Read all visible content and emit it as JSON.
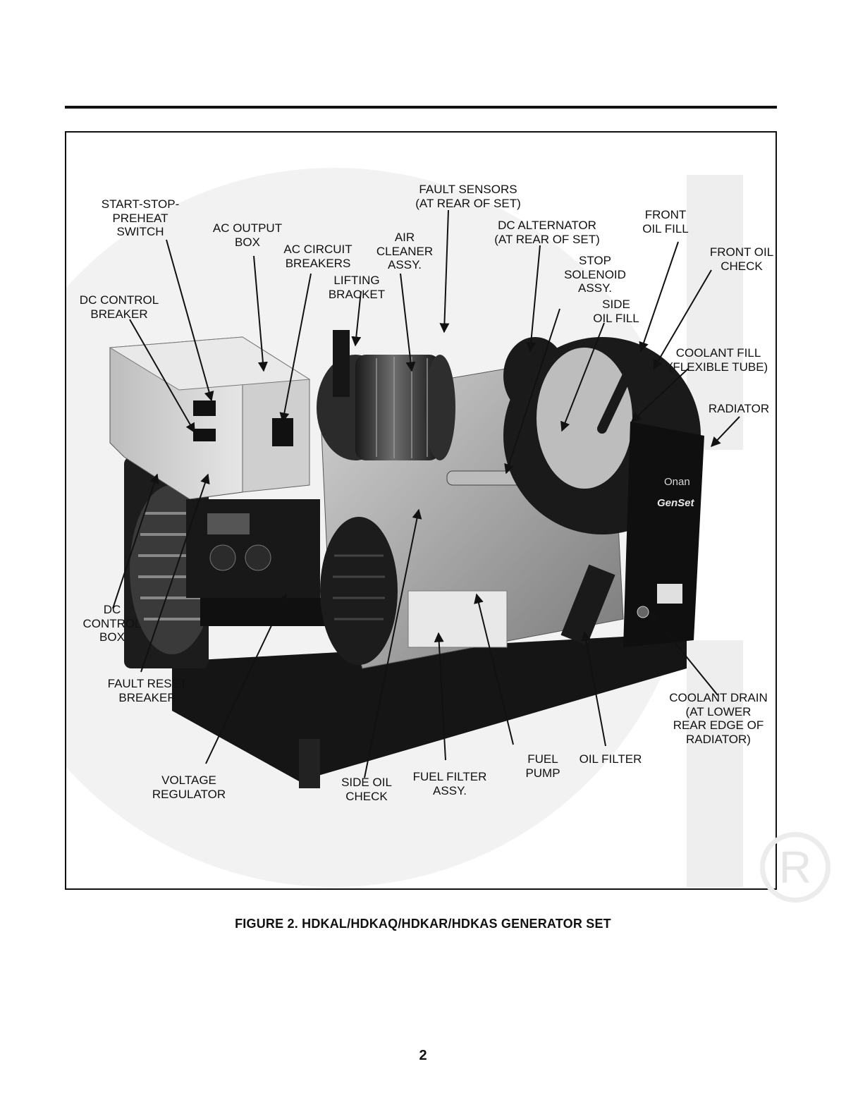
{
  "figure": {
    "caption": "FIGURE 2.  HDKAL/HDKAQ/HDKAR/HDKAS GENERATOR SET",
    "page_number": "2",
    "callouts": {
      "start_stop_preheat_switch": "START-STOP-\nPREHEAT\nSWITCH",
      "ac_output_box": "AC OUTPUT\nBOX",
      "ac_circuit_breakers": "AC CIRCUIT\nBREAKERS",
      "air_cleaner_assy": "AIR\nCLEANER\nASSY.",
      "lifting_bracket": "LIFTING\nBRACKET",
      "fault_sensors": "FAULT SENSORS\n(AT REAR OF SET)",
      "dc_alternator": "DC ALTERNATOR\n(AT REAR OF SET)",
      "stop_solenoid_assy": "STOP\nSOLENOID\nASSY.",
      "front_oil_fill": "FRONT\nOIL FILL",
      "front_oil_check": "FRONT OIL\nCHECK",
      "side_oil_fill": "SIDE\nOIL FILL",
      "coolant_fill": "COOLANT FILL\n(FLEXIBLE TUBE)",
      "radiator": "RADIATOR",
      "dc_control_breaker": "DC CONTROL\nBREAKER",
      "dc_control_box": "DC\nCONTROL\nBOX",
      "fault_reset_breaker": "FAULT RESET\nBREAKER",
      "voltage_regulator": "VOLTAGE\nREGULATOR",
      "side_oil_check": "SIDE OIL\nCHECK",
      "fuel_filter_assy": "FUEL FILTER\nASSY.",
      "fuel_pump": "FUEL\nPUMP",
      "oil_filter": "OIL FILTER",
      "coolant_drain": "COOLANT DRAIN\n(AT LOWER\nREAR EDGE OF\nRADIATOR)"
    },
    "photo_markings": {
      "brand": "Onan",
      "model": "GenSet"
    }
  }
}
